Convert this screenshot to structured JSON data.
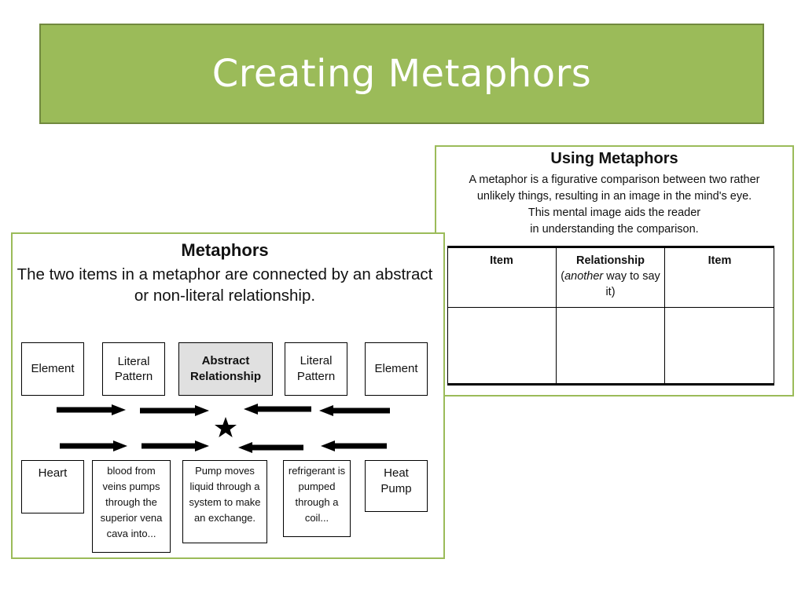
{
  "slide": {
    "title": "Creating Metaphors",
    "colors": {
      "banner": "#9bbb59",
      "banner_border": "#71893f",
      "panel_border": "#9bbb59",
      "highlight_box": "#e0e0e0"
    }
  },
  "using_panel": {
    "title": "Using Metaphors",
    "description": [
      "A metaphor is a figurative comparison between two rather",
      "unlikely things, resulting in an image in the mind's eye.",
      "This mental image aids the reader",
      "in understanding the comparison."
    ],
    "table": {
      "col1": "Item",
      "col2_label": "Relationship",
      "col2_open": "(",
      "col2_em": "another",
      "col2_rest": " way to say it)",
      "col3": "Item"
    }
  },
  "metaphors_panel": {
    "title": "Metaphors",
    "description": "The two items in a metaphor are connected by an abstract or non-literal relationship.",
    "top_row": [
      "Element",
      "Literal Pattern",
      "Abstract Relationship",
      "Literal Pattern",
      "Element"
    ],
    "bottom_row": [
      "Heart",
      "blood from veins pumps through the superior vena cava into...",
      "Pump moves liquid through a system to make an exchange.",
      "refrigerant is pumped through a coil...",
      "Heat Pump"
    ],
    "center_icon": "star-icon"
  }
}
